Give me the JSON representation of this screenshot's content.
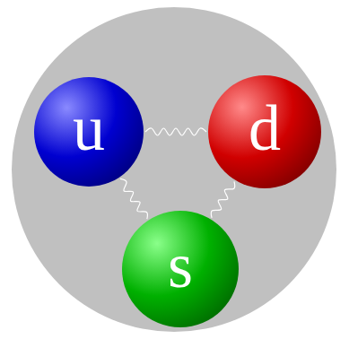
{
  "diagram": {
    "nodes": [
      {
        "text": [
          "u"
        ]
      },
      {
        "text": [
          "d"
        ]
      },
      {
        "text": [
          "s"
        ]
      }
    ],
    "edges": [
      {
        "from": 0,
        "to": 1,
        "arrow": "none"
      },
      {
        "from": 0,
        "to": 2,
        "arrow": "none"
      },
      {
        "from": 1,
        "to": 2,
        "arrow": "none"
      }
    ]
  }
}
